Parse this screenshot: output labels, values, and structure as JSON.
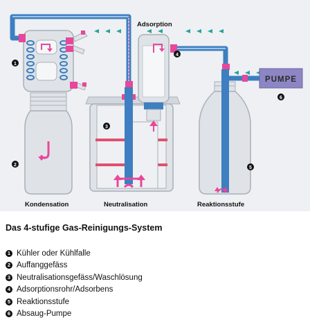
{
  "diagram": {
    "flow_label": "Adsorption",
    "pump_label": "PUMPE",
    "stage_labels": [
      "Kondensation",
      "Neutralisation",
      "Reaktionsstufe"
    ],
    "markers": [
      "1",
      "2",
      "3",
      "4",
      "5",
      "6"
    ]
  },
  "colors": {
    "background": "#eef0f3",
    "tube": "#3d7fc0",
    "tube_light": "#9fc4e6",
    "glass": "#dfe3e8",
    "glass_edge": "#a9b0b8",
    "connector": "#e8479a",
    "arrow": "#d6336c",
    "pump": "#8c86c4",
    "flow_arrow": "#29a39a"
  },
  "title": "Das 4-stufige Gas-Reinigungs-System",
  "legend": [
    {
      "num": "1",
      "text": "Kühler oder Kühlfalle"
    },
    {
      "num": "2",
      "text": "Auffanggefäss"
    },
    {
      "num": "3",
      "text": "Neutralisationsgefäss/Waschlösung"
    },
    {
      "num": "4",
      "text": "Adsorptionsrohr/Adsorbens"
    },
    {
      "num": "5",
      "text": "Reaktionsstufe"
    },
    {
      "num": "6",
      "text": "Absaug-Pumpe"
    }
  ]
}
